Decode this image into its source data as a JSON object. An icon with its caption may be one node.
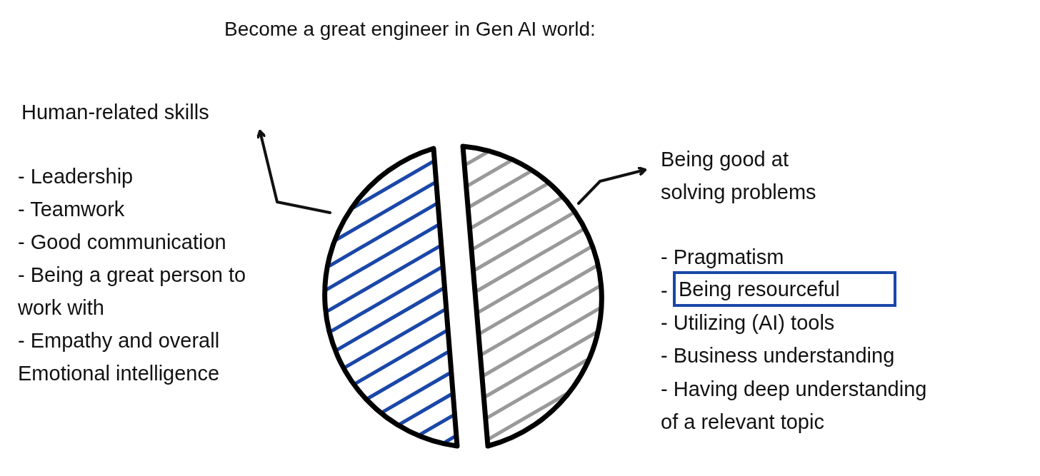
{
  "diagram": {
    "title": "Become a great engineer in Gen AI world:",
    "nodes": [
      {
        "text": [
          "Human-related skills"
        ]
      },
      {
        "text": [],
        "shape": "semicircle"
      },
      {
        "text": [],
        "shape": "semicircle"
      },
      {
        "text": [
          "Being good at solving problems"
        ]
      },
      {
        "text": [
          "Being resourceful"
        ]
      }
    ],
    "edges": [
      {
        "from": 1,
        "to": 0,
        "arrow": "to"
      },
      {
        "from": 2,
        "to": 3,
        "arrow": "to"
      }
    ],
    "labels": [
      "- Leadership",
      "- Teamwork",
      "- Good communication",
      "- Being a great person to work with",
      "- Empathy and overall Emotional intelligence",
      "- Pragmatism",
      "-",
      "- Utilizing (AI) tools",
      "- Business understanding",
      "- Having deep understanding of a relevant topic"
    ]
  }
}
